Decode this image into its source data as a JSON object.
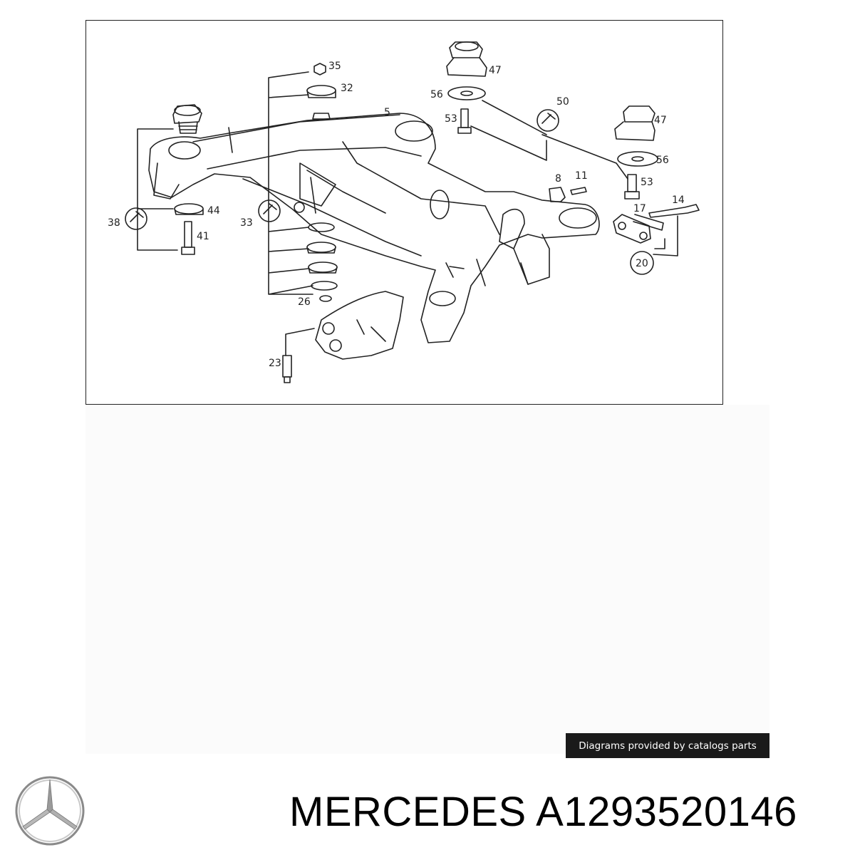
{
  "diagram": {
    "callouts": {
      "c5": "5",
      "c8": "8",
      "c11": "11",
      "c14": "14",
      "c17": "17",
      "c20": "20",
      "c23": "23",
      "c26": "26",
      "c32": "32",
      "c33": "33",
      "c35": "35",
      "c38": "38",
      "c41": "41",
      "c44": "44",
      "c47a": "47",
      "c47b": "47",
      "c50": "50",
      "c53a": "53",
      "c53b": "53",
      "c56a": "56",
      "c56b": "56"
    }
  },
  "credit": {
    "text": "Diagrams provided by catalogs parts"
  },
  "brand": {
    "name": "MERCEDES",
    "part_number": "A1293520146",
    "logo_icon": "mercedes-star-icon"
  }
}
